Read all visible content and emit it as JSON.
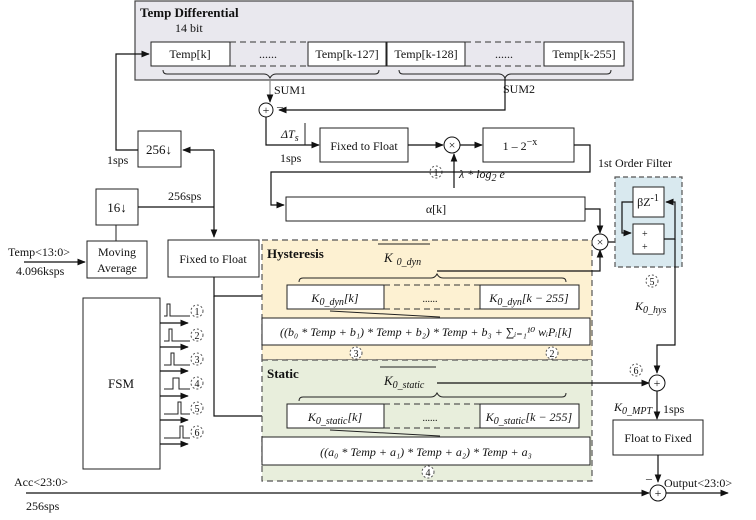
{
  "colors": {
    "temp_region": "#e9e8ee",
    "hysteresis_region": "#fdf1d2",
    "static_region": "#e8eedc",
    "filter_region": "#d9e9ef"
  },
  "temp_differential": {
    "title": "Temp Differential",
    "bit_width": "14 bit",
    "cells": [
      "Temp[k]",
      "......",
      "Temp[k-127]",
      "Temp[k-128]",
      "......",
      "Temp[k-255]"
    ],
    "sum1": "SUM1",
    "sum2": "SUM2",
    "minus": "–"
  },
  "delta_t": "ΔT",
  "delta_t_sub": "s",
  "rate_1sps_a": "1sps",
  "rate_1sps_b": "1sps",
  "rate_1sps_c": "1sps",
  "rate_256sps": "256sps",
  "fixed_to_float_1": "Fixed to Float",
  "fixed_to_float_2": "Fixed to Float",
  "lambda_label": "λ * log",
  "lambda_sub": "2",
  "lambda_e": "e",
  "one_minus": "1 – 2",
  "one_minus_exp": "−x",
  "alpha_k": "α[k]",
  "filter": {
    "title": "1st Order Filter",
    "delay": "βZ",
    "delay_exp": "-1",
    "sum_plus": "+",
    "sum_plus2": "+"
  },
  "decim_256": "256↓",
  "decim_16": "16↓",
  "moving_average": [
    "Moving",
    "Average"
  ],
  "temp_input": "Temp<13:0>",
  "temp_rate": "4.096ksps",
  "fsm": "FSM",
  "fsm_signals": [
    "1",
    "2",
    "3",
    "4",
    "5",
    "6"
  ],
  "hysteresis": {
    "title": "Hysteresis",
    "avg_label": "K",
    "avg_sub": "0_dyn",
    "cell_first": "K",
    "cell_first_sub": "0_dyn",
    "cell_first_idx": "[k]",
    "cell_mid": "......",
    "cell_last": "K",
    "cell_last_sub": "0_dyn",
    "cell_last_idx": "[k − 255]",
    "formula": "((b₀ * Temp + b₁) * Temp + b₂) * Temp + b₃ + ∑ᵢ₌₁¹⁰ wᵢPᵢ[k]",
    "marker_left": "3",
    "marker_right": "2"
  },
  "static": {
    "title": "Static",
    "avg_label": "K",
    "avg_sub": "0_static",
    "cell_first": "K",
    "cell_first_sub": "0_static",
    "cell_first_idx": "[k]",
    "cell_mid": "......",
    "cell_last": "K",
    "cell_last_sub": "0_static",
    "cell_last_idx": "[k − 255]",
    "formula": "((a₀ * Temp + a₁) * Temp + a₂) * Temp + a₃",
    "marker": "4"
  },
  "marker_1": "1",
  "marker_5": "5",
  "marker_6": "6",
  "k0_hys": "K",
  "k0_hys_sub": "0_hys",
  "k0_mpt": "K",
  "k0_mpt_sub": "0_MPT",
  "float_to_fixed": "Float to Fixed",
  "acc_input": "Acc<23:0>",
  "acc_rate": "256sps",
  "output": "Output<23:0>",
  "output_minus": "–",
  "plus": "+",
  "times": "×"
}
